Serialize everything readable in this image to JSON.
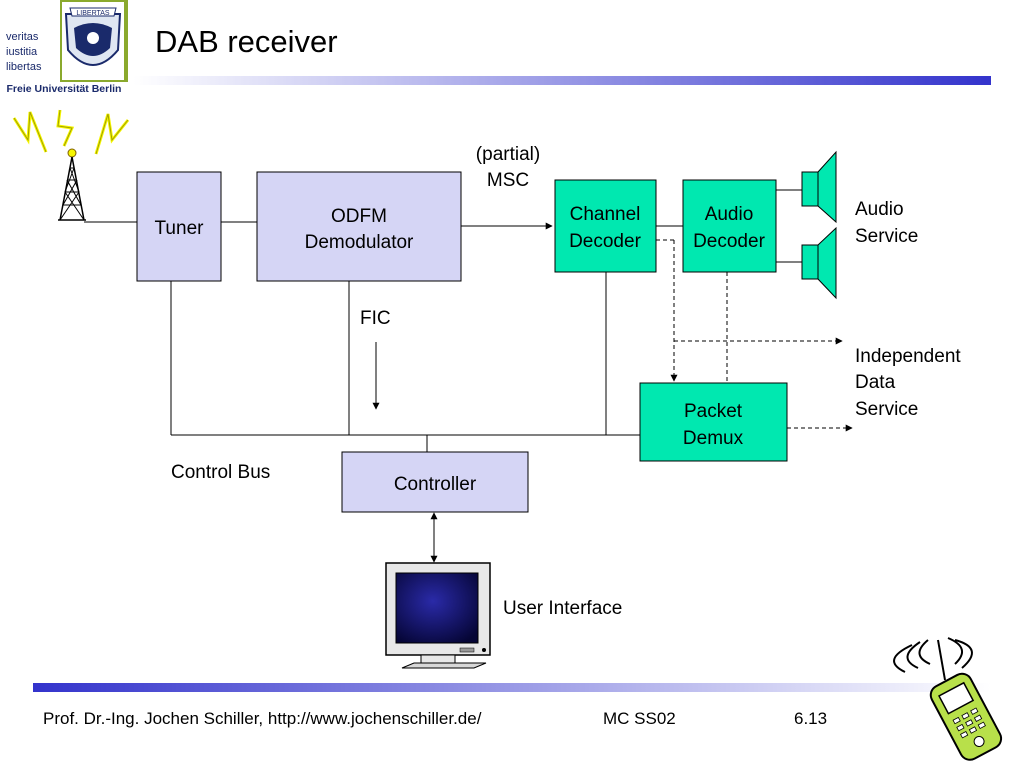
{
  "logo": {
    "motto_lines": [
      "veritas",
      "iustitia",
      "libertas"
    ],
    "seal_text": "LIBERTAS",
    "university": "Freie Universität Berlin"
  },
  "slide": {
    "title": "DAB receiver"
  },
  "diagram": {
    "blocks": {
      "tuner": "Tuner",
      "ofdm_line1": "ODFM",
      "ofdm_line2": "Demodulator",
      "channel_line1": "Channel",
      "channel_line2": "Decoder",
      "audio_line1": "Audio",
      "audio_line2": "Decoder",
      "packet_line1": "Packet",
      "packet_line2": "Demux",
      "controller": "Controller"
    },
    "labels": {
      "msc_line1": "(partial)",
      "msc_line2": "MSC",
      "fic": "FIC",
      "audio_service_line1": "Audio",
      "audio_service_line2": "Service",
      "ids_line1": "Independent",
      "ids_line2": "Data",
      "ids_line3": "Service",
      "control_bus": "Control Bus",
      "user_interface": "User Interface"
    },
    "colors": {
      "lavender_block": "#d5d5f5",
      "green_block": "#00e8b0",
      "accent_blue": "#3333cc"
    }
  },
  "footer": {
    "author": "Prof. Dr.-Ing. Jochen Schiller, http://www.jochenschiller.de/",
    "course": "MC SS02",
    "page": "6.13"
  }
}
